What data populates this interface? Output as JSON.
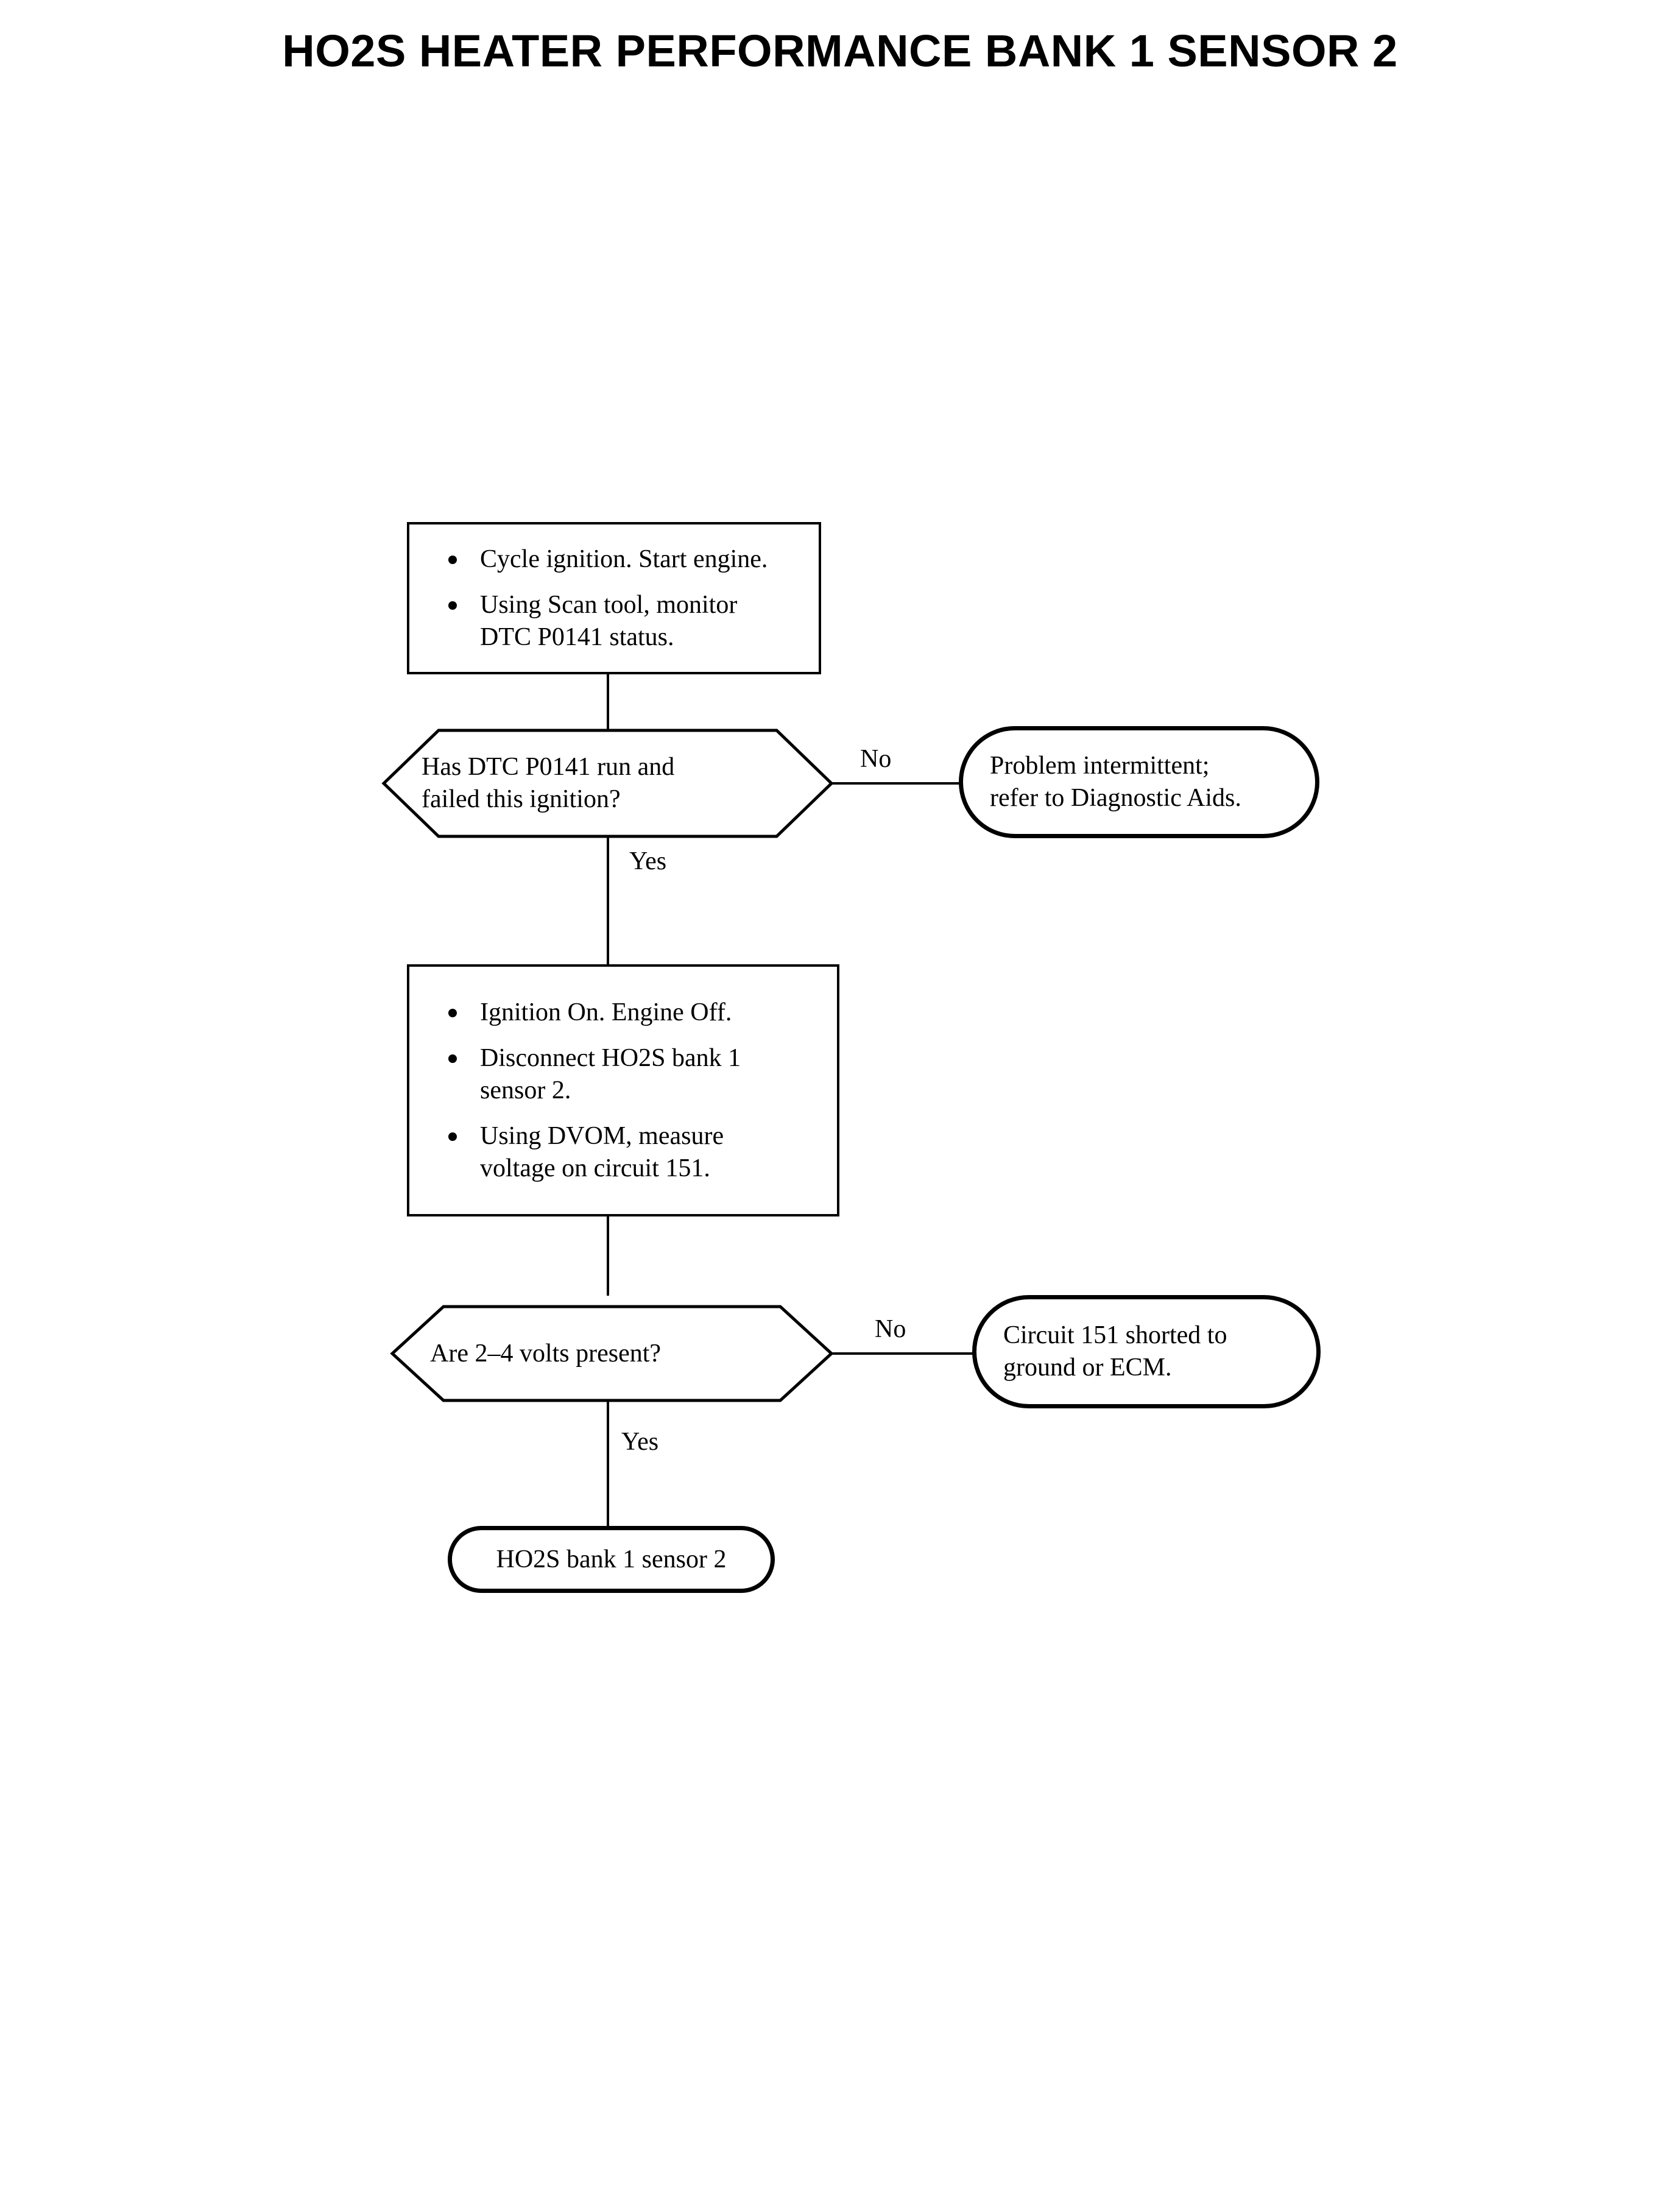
{
  "document": {
    "title": "HO2S HEATER PERFORMANCE BANK 1 SENSOR 2"
  },
  "flowchart": {
    "type": "diagnostic-flowchart",
    "step1": {
      "kind": "process",
      "bullets": [
        "Cycle ignition. Start engine.",
        "Using Scan tool, monitor DTC P0141 status."
      ],
      "bullet_1": "Cycle ignition. Start engine.",
      "bullet_2_line1": "Using Scan tool, monitor",
      "bullet_2_line2": "DTC P0141 status."
    },
    "decision1": {
      "kind": "decision",
      "line1": "Has DTC P0141 run and",
      "line2": "failed this ignition?",
      "text": "Has DTC P0141 run and failed this ignition?",
      "no_label": "No",
      "yes_label": "Yes"
    },
    "terminator1": {
      "kind": "terminator",
      "line1": "Problem intermittent;",
      "line2": "refer to Diagnostic Aids.",
      "text": "Problem intermittent; refer to Diagnostic Aids."
    },
    "step2": {
      "kind": "process",
      "bullets": [
        "Ignition On. Engine Off.",
        "Disconnect HO2S  bank 1 sensor 2.",
        "Using DVOM, measure voltage on circuit 151."
      ],
      "bullet_1": "Ignition On. Engine Off.",
      "bullet_2_line1": "Disconnect HO2S  bank 1",
      "bullet_2_line2": "sensor 2.",
      "bullet_3_line1": "Using DVOM, measure",
      "bullet_3_line2": "voltage on circuit 151."
    },
    "decision2": {
      "kind": "decision",
      "text": "Are 2–4 volts present?",
      "no_label": "No",
      "yes_label": "Yes"
    },
    "terminator2": {
      "kind": "terminator",
      "line1": "Circuit 151 shorted to",
      "line2": "ground or ECM.",
      "text": "Circuit 151 shorted to ground or ECM."
    },
    "terminator3": {
      "kind": "terminator",
      "text": "HO2S bank 1 sensor 2"
    }
  },
  "colors": {
    "ink": "#000000",
    "page": "#ffffff"
  }
}
